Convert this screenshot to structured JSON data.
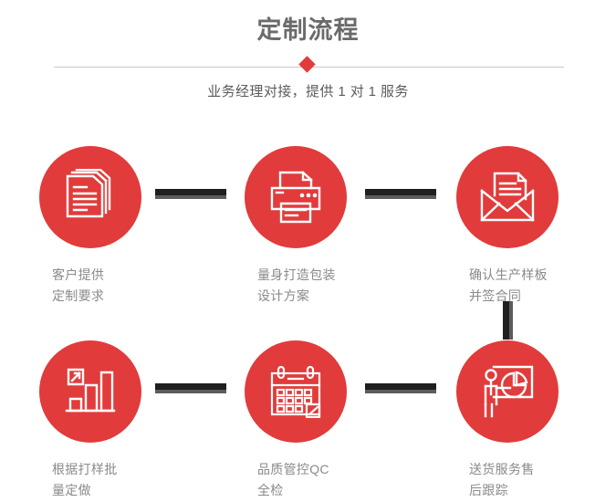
{
  "header": {
    "title": "定制流程",
    "subtitle": "业务经理对接，提供 1 对 1 服务",
    "divider_icon": "diamond-icon",
    "accent_color": "#e13b3b",
    "title_color": "#6b6b6b",
    "subtitle_color": "#5b5b5b",
    "divider_color": "#c9c9c9"
  },
  "flow": {
    "label_color": "#8a8a8a",
    "connector_dark_color": "#1f1f1f",
    "connector_grey_color": "#5c5c5c",
    "steps": [
      {
        "index": "1",
        "icon": "documents-stack-icon",
        "label": "客户提供\n定制要求"
      },
      {
        "index": "2",
        "icon": "printer-icon",
        "label": "量身打造包装\n设计方案"
      },
      {
        "index": "3",
        "icon": "envelope-document-icon",
        "label": "确认生产样板\n并签合同"
      },
      {
        "index": "4",
        "icon": "bar-chart-growth-icon",
        "label": "根据打样批\n量定做"
      },
      {
        "index": "5",
        "icon": "calendar-icon",
        "label": "品质管控QC\n全检"
      },
      {
        "index": "6",
        "icon": "presentation-person-icon",
        "label": "送货服务售\n后跟踪"
      }
    ],
    "connectors": [
      {
        "name": "connector-step1-step2",
        "orientation": "horizontal"
      },
      {
        "name": "connector-step2-step3",
        "orientation": "horizontal"
      },
      {
        "name": "connector-step4-step5",
        "orientation": "horizontal"
      },
      {
        "name": "connector-step5-step6",
        "orientation": "horizontal"
      },
      {
        "name": "connector-step3-step6",
        "orientation": "vertical"
      }
    ]
  }
}
